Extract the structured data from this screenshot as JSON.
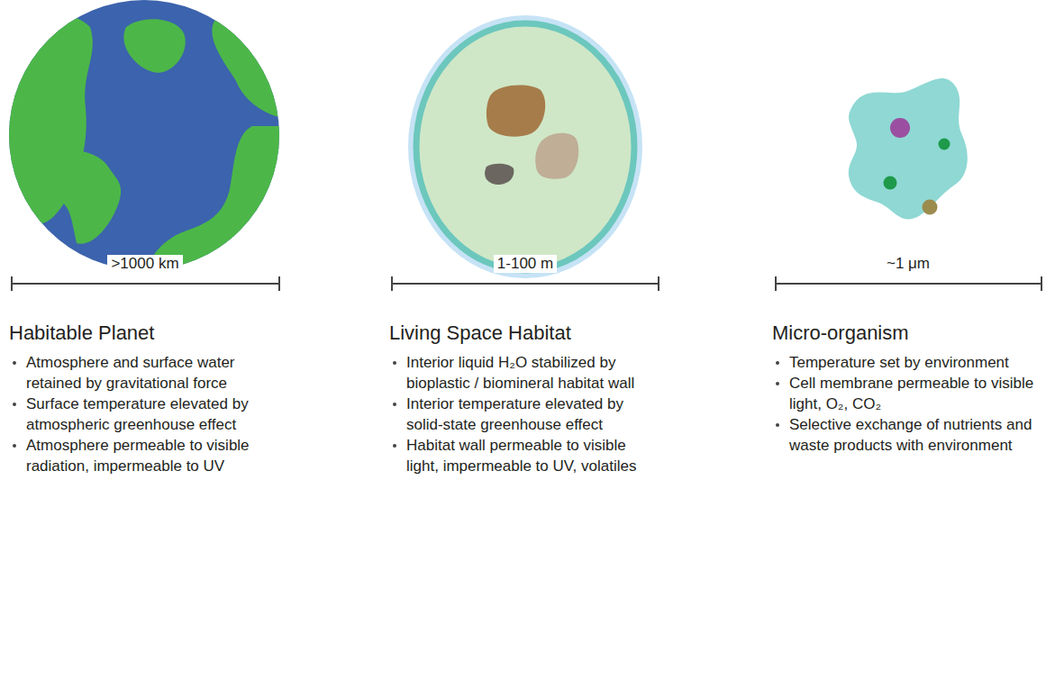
{
  "diagram": {
    "labels": [
      ">1000 km",
      "1-100 m",
      "~1 μm",
      "Habitable Planet",
      "Atmosphere and surface water retained by gravitational force",
      "Surface temperature elevated by atmospheric greenhouse effect",
      "Atmosphere permeable to visible radiation, impermeable to UV",
      "Living Space Habitat",
      "Interior liquid H₂O stabilized by bioplastic / biomineral habitat wall",
      "Interior temperature elevated by solid-state greenhouse effect",
      "Habitat wall permeable to visible light, impermeable to UV, volatiles",
      "Micro-organism",
      "Temperature set by environment",
      "Cell membrane permeable to visible light, O₂, CO₂",
      "Selective exchange of nutrients and waste products with environment"
    ]
  }
}
